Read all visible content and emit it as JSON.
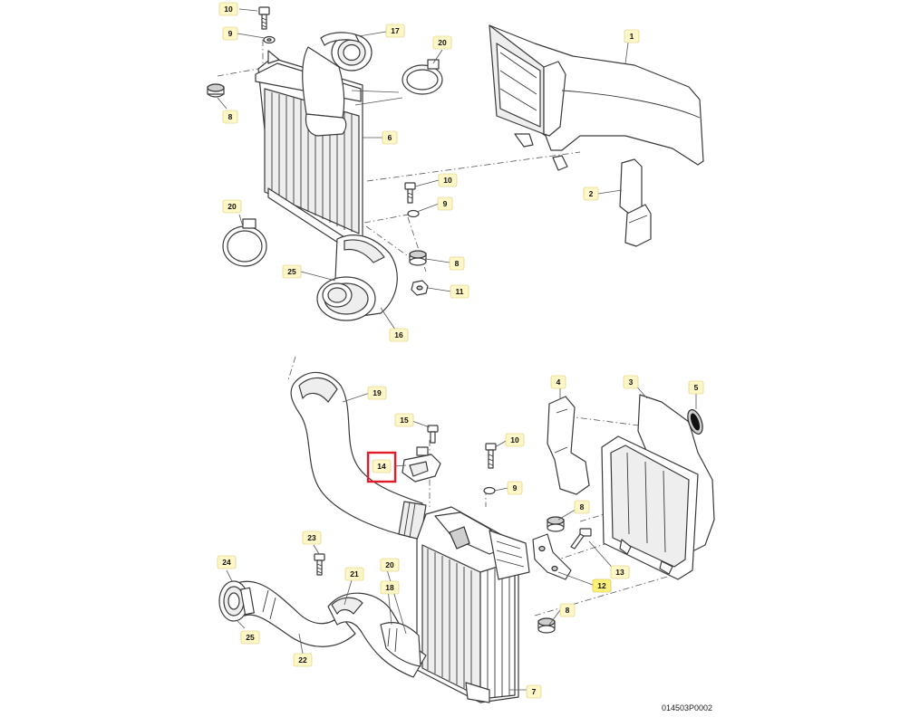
{
  "diagram_code": "014503P0002",
  "callouts": {
    "c10a": "10",
    "c9a": "9",
    "c8a": "8",
    "c17": "17",
    "c20a": "20",
    "c1": "1",
    "c6": "6",
    "c2": "2",
    "c10b": "10",
    "c9b": "9",
    "c20b": "20",
    "c8b": "8",
    "c25a": "25",
    "c11": "11",
    "c16": "16",
    "c19": "19",
    "c15": "15",
    "c14": "14",
    "c10c": "10",
    "c9c": "9",
    "c4": "4",
    "c3": "3",
    "c5": "5",
    "c8c": "8",
    "c13": "13",
    "c12": "12",
    "c23": "23",
    "c24": "24",
    "c21": "21",
    "c20c": "20",
    "c18": "18",
    "c8d": "8",
    "c25b": "25",
    "c22": "22",
    "c7": "7"
  },
  "highlighted_callout": "12",
  "selected_callout": "14",
  "colors": {
    "callout_fill": "#fff7c8",
    "highlight_fill": "#fff27a",
    "selection_frame": "#e21b2b",
    "linework": "#3a3a3a"
  }
}
